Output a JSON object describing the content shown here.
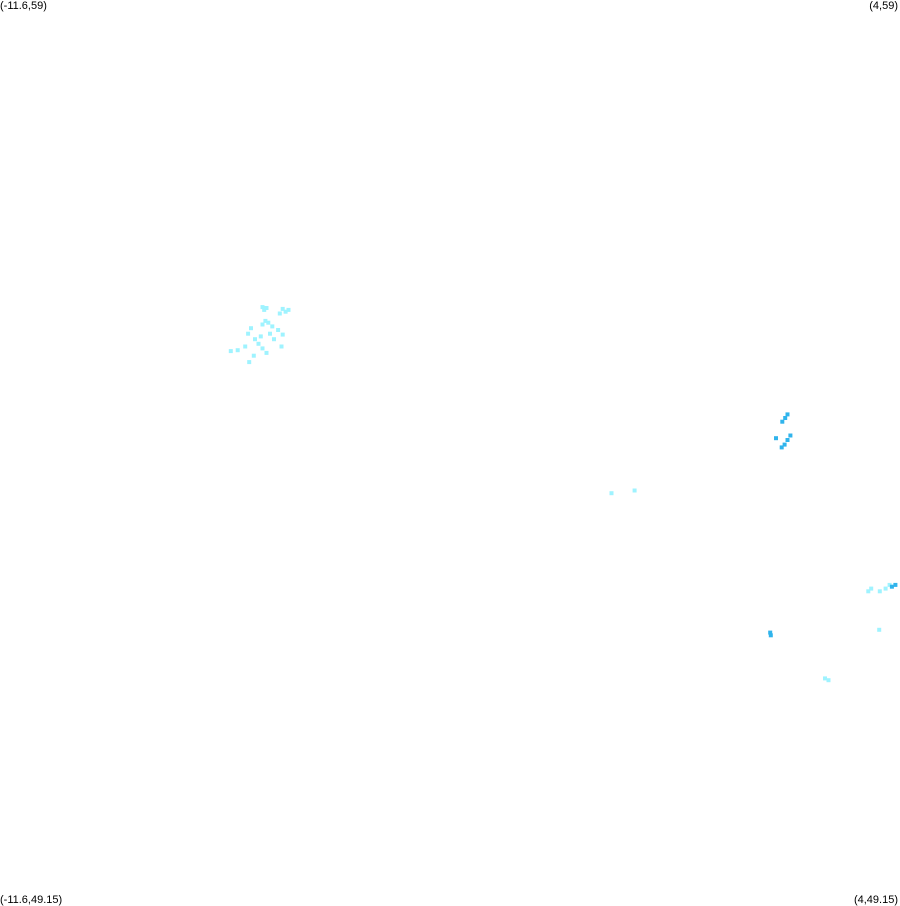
{
  "map": {
    "corners": {
      "top_left": "(-11.6,59)",
      "top_right": "(4,59)",
      "bottom_left": "(-11.6,49.15)",
      "bottom_right": "(4,49.15)"
    },
    "bounds": {
      "west": -11.6,
      "east": 4,
      "north": 59,
      "south": 49.15
    },
    "colors": {
      "background": "#ffffff",
      "light_precip": "#9ff3ff",
      "medium_precip": "#30b4ec"
    },
    "echoes": [
      {
        "id": "cluster-northwest",
        "level": "light",
        "cells": [
          [
            -7.05,
            55.65
          ],
          [
            -7.02,
            55.62
          ],
          [
            -6.98,
            55.64
          ],
          [
            -6.7,
            55.63
          ],
          [
            -6.65,
            55.6
          ],
          [
            -6.75,
            55.58
          ],
          [
            -6.6,
            55.62
          ],
          [
            -7.0,
            55.5
          ],
          [
            -7.05,
            55.46
          ],
          [
            -6.95,
            55.48
          ],
          [
            -6.88,
            55.44
          ],
          [
            -6.78,
            55.4
          ],
          [
            -6.92,
            55.36
          ],
          [
            -7.08,
            55.33
          ],
          [
            -7.25,
            55.42
          ],
          [
            -7.3,
            55.36
          ],
          [
            -7.18,
            55.3
          ],
          [
            -6.85,
            55.3
          ],
          [
            -7.35,
            55.22
          ],
          [
            -7.48,
            55.18
          ],
          [
            -7.2,
            55.12
          ],
          [
            -7.6,
            55.17
          ],
          [
            -7.05,
            55.2
          ],
          [
            -7.28,
            55.05
          ],
          [
            -6.98,
            55.15
          ],
          [
            -6.7,
            55.35
          ],
          [
            -6.72,
            55.22
          ],
          [
            -7.12,
            55.25
          ]
        ]
      },
      {
        "id": "band-east",
        "level": "medium",
        "cells": [
          [
            2.05,
            54.48
          ],
          [
            2.01,
            54.44
          ],
          [
            1.96,
            54.4
          ],
          [
            2.1,
            54.25
          ],
          [
            2.05,
            54.2
          ],
          [
            2.0,
            54.15
          ],
          [
            1.95,
            54.12
          ],
          [
            1.85,
            54.22
          ]
        ]
      },
      {
        "id": "speck-central",
        "level": "light",
        "cells": [
          [
            -1.0,
            53.62
          ],
          [
            -0.6,
            53.65
          ]
        ]
      },
      {
        "id": "cluster-southeast",
        "level": "light",
        "cells": [
          [
            3.82,
            52.62
          ],
          [
            3.75,
            52.58
          ],
          [
            3.65,
            52.55
          ],
          [
            3.5,
            52.58
          ],
          [
            3.45,
            52.55
          ],
          [
            3.64,
            52.13
          ]
        ]
      },
      {
        "id": "edge-southeast",
        "level": "medium",
        "cells": [
          [
            3.92,
            52.62
          ],
          [
            3.86,
            52.6
          ]
        ]
      },
      {
        "id": "speck-south-west",
        "level": "medium",
        "cells": [
          [
            1.75,
            52.1
          ],
          [
            1.76,
            52.07
          ]
        ]
      },
      {
        "id": "speck-south",
        "level": "light",
        "cells": [
          [
            2.7,
            51.6
          ],
          [
            2.76,
            51.58
          ]
        ]
      }
    ]
  }
}
